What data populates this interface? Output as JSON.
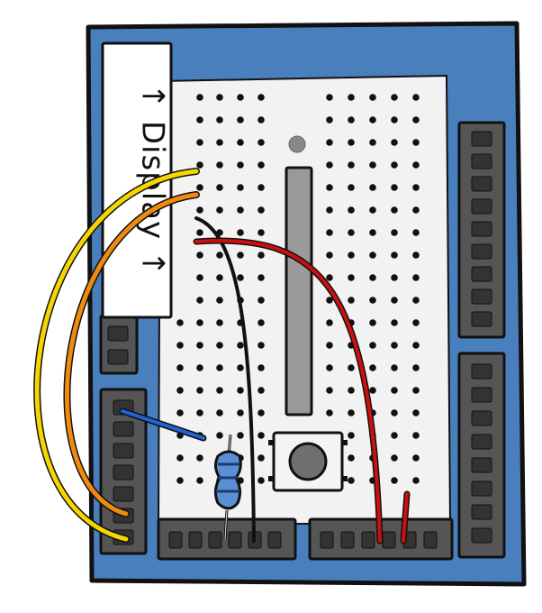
{
  "display_label": {
    "text": "↑ Display ↑"
  },
  "colors": {
    "board_blue": "#4a7fbe",
    "outline": "#111111",
    "header_grey": "#555555",
    "header_pin": "#333333",
    "breadboard": "#f2f2f2",
    "hole": "#111111",
    "display_card": "#ffffff",
    "slider_grey": "#9a9a9a",
    "wire_yellow": "#f6d600",
    "wire_orange": "#f08a10",
    "wire_black": "#111111",
    "wire_red": "#cc1010",
    "wire_blue": "#1f63d6",
    "resistor_body": "#5a8fd4"
  },
  "components": [
    "breadboard",
    "display",
    "slide-potentiometer",
    "push-button",
    "resistor",
    "pin-headers",
    "jumper-wires"
  ]
}
